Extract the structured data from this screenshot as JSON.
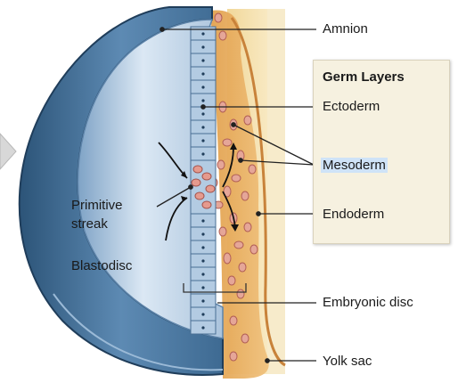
{
  "legend": {
    "title": "Germ Layers"
  },
  "labels": {
    "amnion": "Amnion",
    "ectoderm": "Ectoderm",
    "mesoderm": "Mesoderm",
    "endoderm": "Endoderm",
    "primitive_streak_line1": "Primitive",
    "primitive_streak_line2": "streak",
    "blastodisc": "Blastodisc",
    "embryonic_disc": "Embryonic disc",
    "yolk_sac": "Yolk sac"
  },
  "colors": {
    "amnion_outer": "#3e6a92",
    "amnion_inner": "#c9dcef",
    "ectoderm_cells": "#a9c4de",
    "mesoderm_cells": "#e8a89a",
    "endoderm": "#e7b66a",
    "yolk_sac": "#f3e3b8",
    "legend_bg": "#f6f1e0",
    "mesoderm_highlight": "#cfe3f7"
  }
}
